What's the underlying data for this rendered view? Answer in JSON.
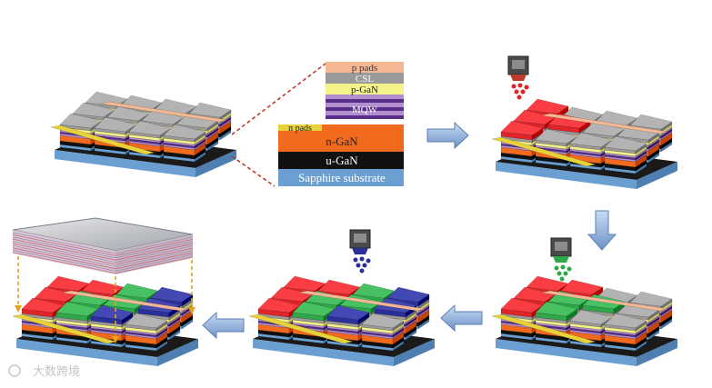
{
  "layer_stack": {
    "labels": {
      "p_pads": "p pads",
      "csl": "CSL",
      "p_gan": "p-GaN",
      "mqw": "MQW",
      "n_pads": "n pads",
      "n_gan": "n-GaN",
      "u_gan": "u-GaN",
      "substrate": "Sapphire substrate"
    }
  },
  "watermark": {
    "text": "大数跨境"
  },
  "colors": {
    "p_pads": "#f4b894",
    "csl": "#9a9a9a",
    "p_gan": "#f3f38a",
    "mqw_light": "#b28fcf",
    "mqw_dark": "#5a2f8a",
    "n_pads": "#e8d23a",
    "n_gan": "#f26a1e",
    "u_gan": "#111111",
    "substrate": "#6b9fd2",
    "red_qd": "#e0242a",
    "green_qd": "#2fa84a",
    "blue_qd": "#2b2f9a",
    "arrow": "#8fb0dc",
    "leader": "#c0392b"
  }
}
